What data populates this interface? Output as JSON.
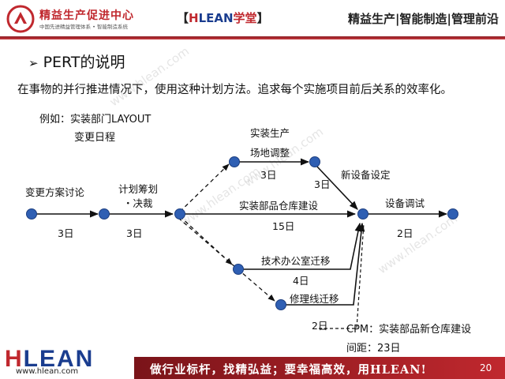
{
  "header": {
    "brand_name": "精益生产促进中心",
    "brand_sub": "中国先进精益管理体系 • 智能制造系统",
    "tag_open": "【",
    "tag_h": "H",
    "tag_lean": "LEAN",
    "tag_xt": "学堂",
    "tag_close": "】",
    "slogan": "精益生产|智能制造|管理前沿"
  },
  "title": "PERT的说明",
  "intro": "在事物的并行推进情况下，使用这种计划方法。追求每个实施项目前后关系的效率化。",
  "example": {
    "line1": "例如：实装部门LAYOUT",
    "line2": "变更日程"
  },
  "tasks": {
    "discuss": "变更方案讨论",
    "discuss_days": "3日",
    "plan_line1": "计划筹划",
    "plan_line2": "・决裁",
    "plan_days": "3日",
    "site_line1": "实装生产",
    "site_line2": "场地调整",
    "site_days": "3日",
    "equip_set": "新设备设定",
    "equip_set_days": "3日",
    "warehouse": "实装部品仓库建设",
    "warehouse_days": "15日",
    "tech_office": "技术办公室迁移",
    "tech_office_days": "4日",
    "repair_line": "修理线迁移",
    "repair_line_days": "2日",
    "equip_debug": "设备调试",
    "equip_debug_days": "2日"
  },
  "cpm": {
    "line1": "CPM：实装部品新仓库建设",
    "line2": "间距：23日"
  },
  "watermark": "www.hlean.com",
  "footer": {
    "logo_h": "H",
    "logo_rest": "LEAN",
    "url": "www.hlean.com",
    "slogan": "做行业标杆，找精弘益；要幸福高效，用HLEAN!",
    "page": "20"
  },
  "colors": {
    "brand_red": "#c0282e",
    "brand_blue": "#1a3d8f",
    "node_fill": "#2f5fb3",
    "arrow": "#111111"
  }
}
